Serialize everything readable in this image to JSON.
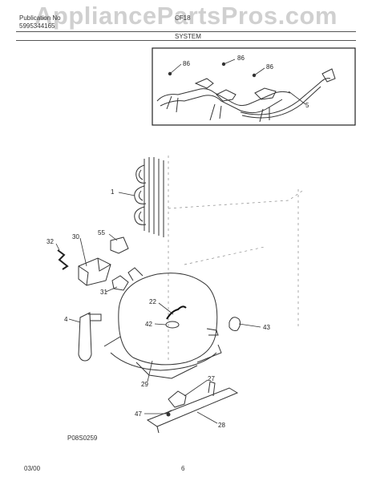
{
  "watermark": "AppliancePartsPros.com",
  "header": {
    "publication_label": "Publication No",
    "publication_number": "5995344165",
    "model": "CF18",
    "section": "SYSTEM"
  },
  "inset_labels": [
    "86",
    "86",
    "86",
    "5"
  ],
  "part_labels": [
    "1",
    "55",
    "30",
    "32",
    "31",
    "22",
    "42",
    "4",
    "43",
    "29",
    "27",
    "47",
    "28"
  ],
  "figure_id": "P08S0259",
  "footer": {
    "date": "03/00",
    "page": "6"
  }
}
